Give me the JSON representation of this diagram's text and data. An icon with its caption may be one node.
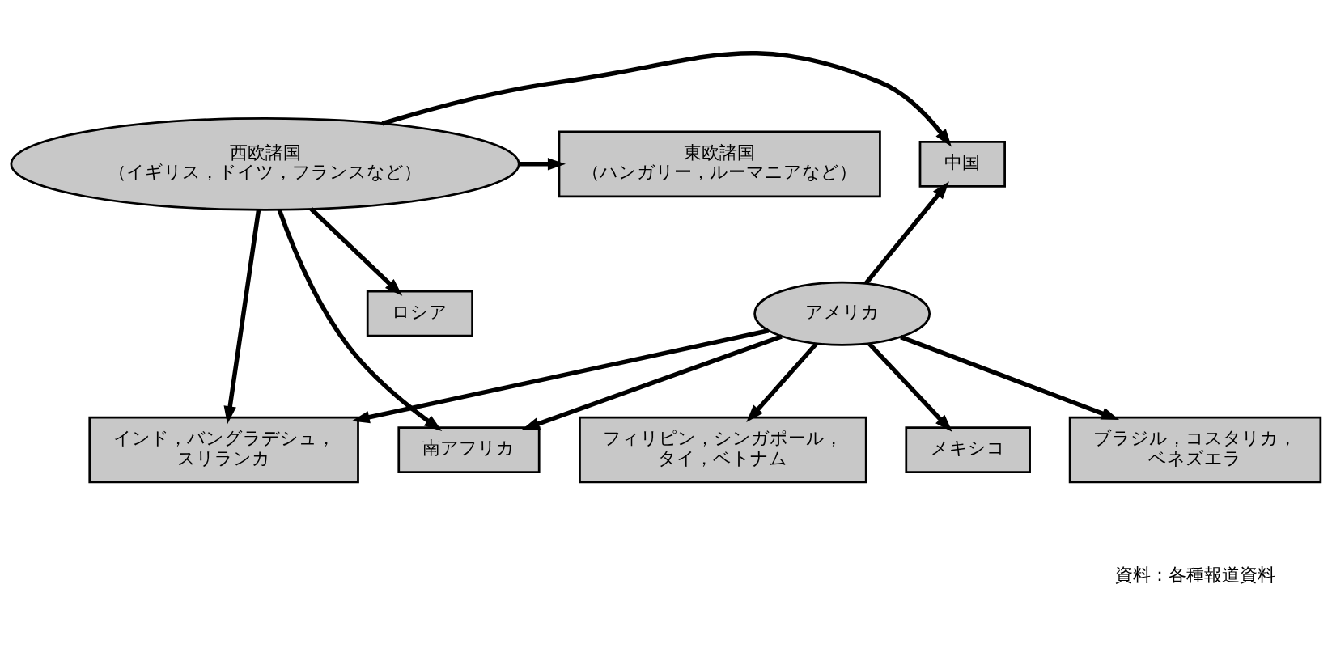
{
  "diagram": {
    "nodes": [
      {
        "text": [
          "中国"
        ]
      },
      {
        "text": [
          "西欧諸国",
          "（イギリス，ドイツ，フランスなど）"
        ]
      },
      {
        "text": [
          "東欧諸国",
          "（ハンガリー，ルーマニアなど）"
        ]
      },
      {
        "text": [
          "アメリカ"
        ]
      },
      {
        "text": [
          "ロシア"
        ]
      },
      {
        "text": [
          "フィリピン，シンガポール，タイ，ベトナム"
        ]
      },
      {
        "text": [
          "メキシコ"
        ]
      },
      {
        "text": [
          "ブラジル，コスタリカ，ベネズエラ"
        ]
      },
      {
        "text": [
          "南アフリカ"
        ]
      },
      {
        "text": [
          "インド，バングラデシュ，スリランカ"
        ]
      }
    ],
    "edges": [
      {
        "from": 1,
        "to": 0,
        "arrow": "to"
      },
      {
        "from": 1,
        "to": 2,
        "arrow": "to"
      },
      {
        "from": 3,
        "to": 0,
        "arrow": "to"
      },
      {
        "from": 1,
        "to": 4,
        "arrow": "to"
      },
      {
        "from": 3,
        "to": 5,
        "arrow": "to"
      },
      {
        "from": 3,
        "to": 6,
        "arrow": "to"
      },
      {
        "from": 3,
        "to": 7,
        "arrow": "to"
      },
      {
        "from": 3,
        "to": 8,
        "arrow": "to"
      },
      {
        "from": 1,
        "to": 8,
        "arrow": "to"
      },
      {
        "from": 3,
        "to": 9,
        "arrow": "to"
      },
      {
        "from": 1,
        "to": 9,
        "arrow": "to"
      }
    ],
    "labels": [
      "資料：各種報道資料"
    ]
  }
}
